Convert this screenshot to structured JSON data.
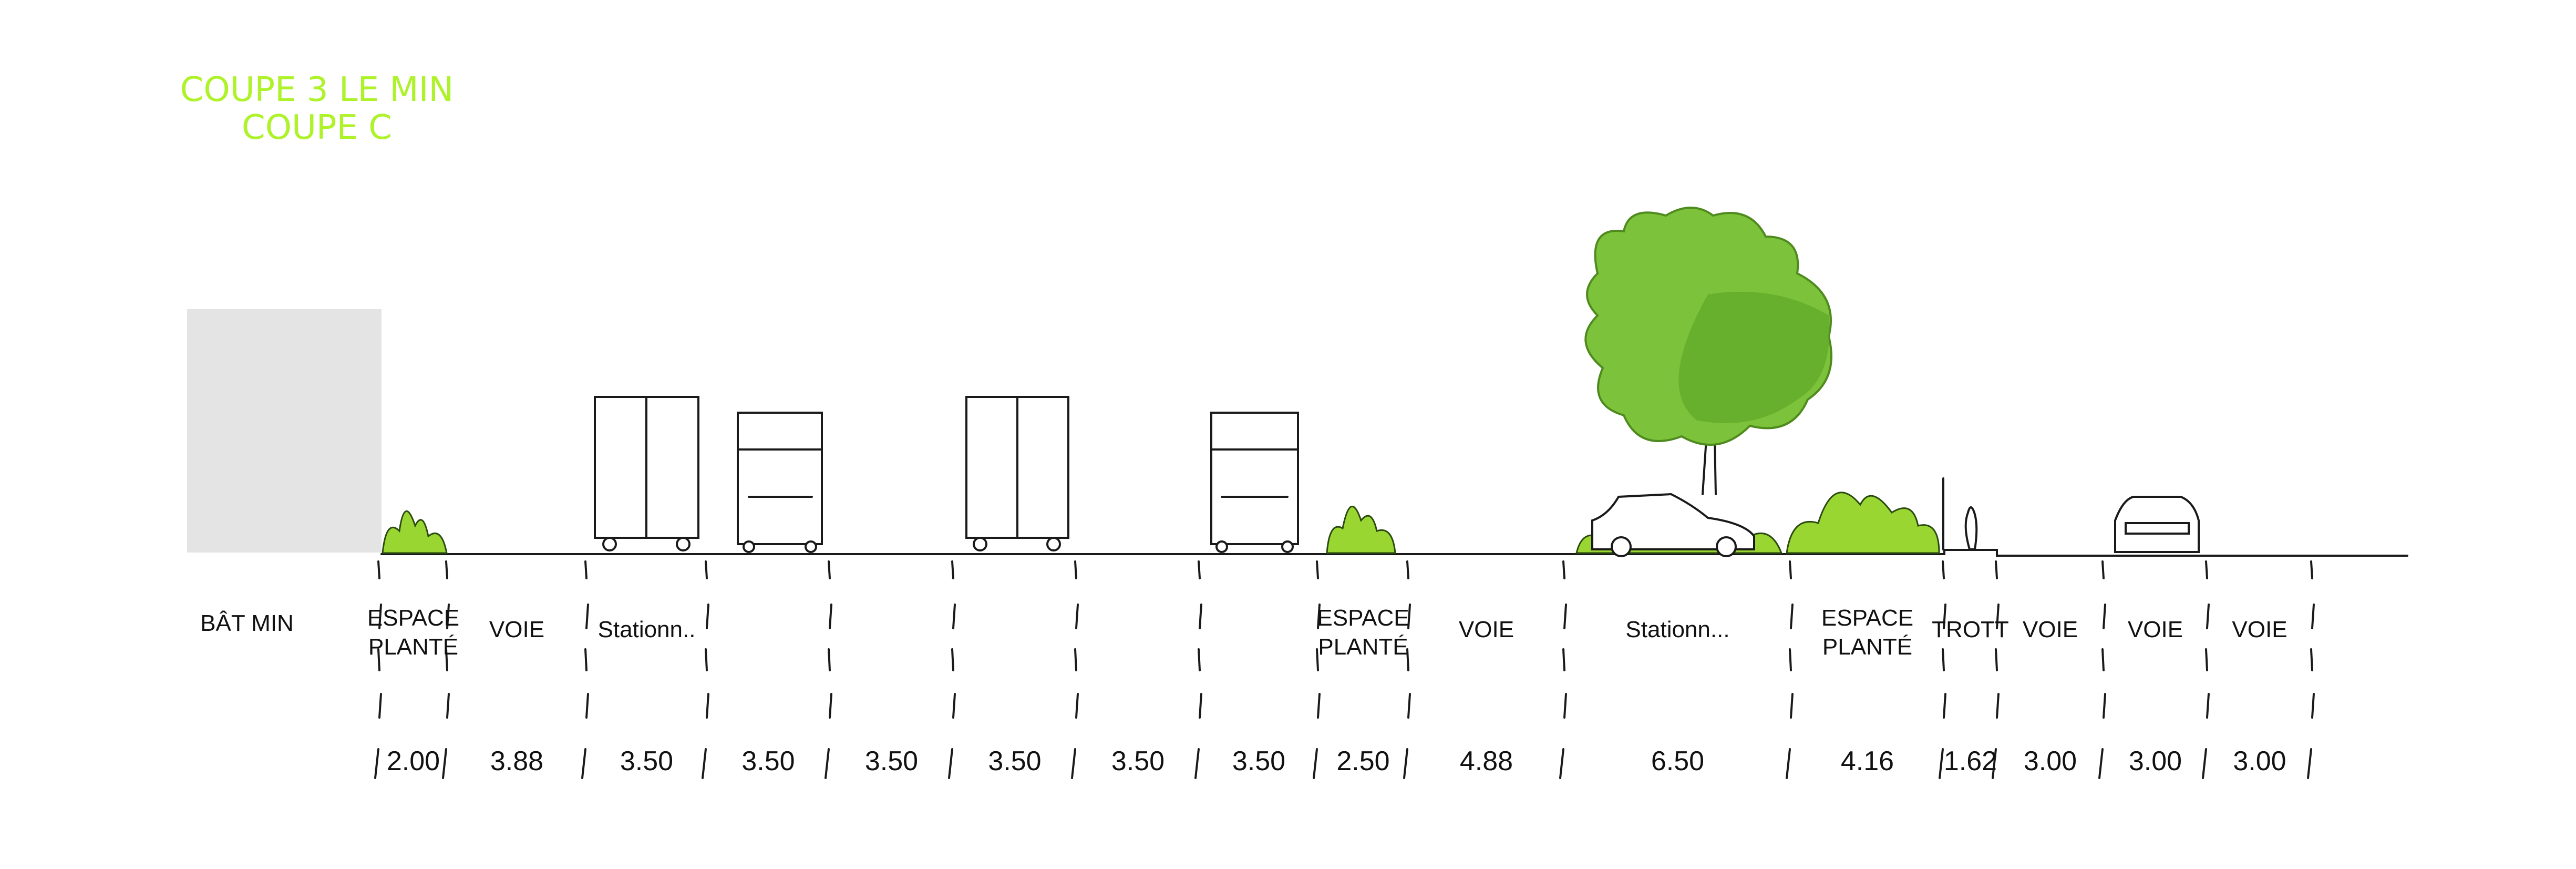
{
  "title": {
    "line1": "COUPE 3 LE MIN",
    "line2": "COUPE C"
  },
  "building_label": "BÂT MIN",
  "colors": {
    "title": "#aef22a",
    "building": "#e3e4e3",
    "foliage": "#7cc23a",
    "bush": "#9ad631"
  },
  "columns": [
    {
      "label1": "ESPACE",
      "label2": "PLANTÉ",
      "width": "2.00"
    },
    {
      "label1": "VOIE",
      "label2": "",
      "width": "3.88"
    },
    {
      "label1": "Stationn..",
      "label2": "",
      "width": "3.50"
    },
    {
      "label1": "",
      "label2": "",
      "width": "3.50"
    },
    {
      "label1": "",
      "label2": "",
      "width": "3.50"
    },
    {
      "label1": "",
      "label2": "",
      "width": "3.50"
    },
    {
      "label1": "",
      "label2": "",
      "width": "3.50"
    },
    {
      "label1": "",
      "label2": "",
      "width": "3.50"
    },
    {
      "label1": "ESPACE",
      "label2": "PLANTÉ",
      "width": "2.50"
    },
    {
      "label1": "VOIE",
      "label2": "",
      "width": "4.88"
    },
    {
      "label1": "Stationn...",
      "label2": "",
      "width": "6.50"
    },
    {
      "label1": "ESPACE",
      "label2": "PLANTÉ",
      "width": "4.16"
    },
    {
      "label1": "TROTT",
      "label2": "",
      "width": "1.62"
    },
    {
      "label1": "VOIE",
      "label2": "",
      "width": "3.00"
    },
    {
      "label1": "VOIE",
      "label2": "",
      "width": "3.00"
    },
    {
      "label1": "VOIE",
      "label2": "",
      "width": "3.00"
    }
  ]
}
